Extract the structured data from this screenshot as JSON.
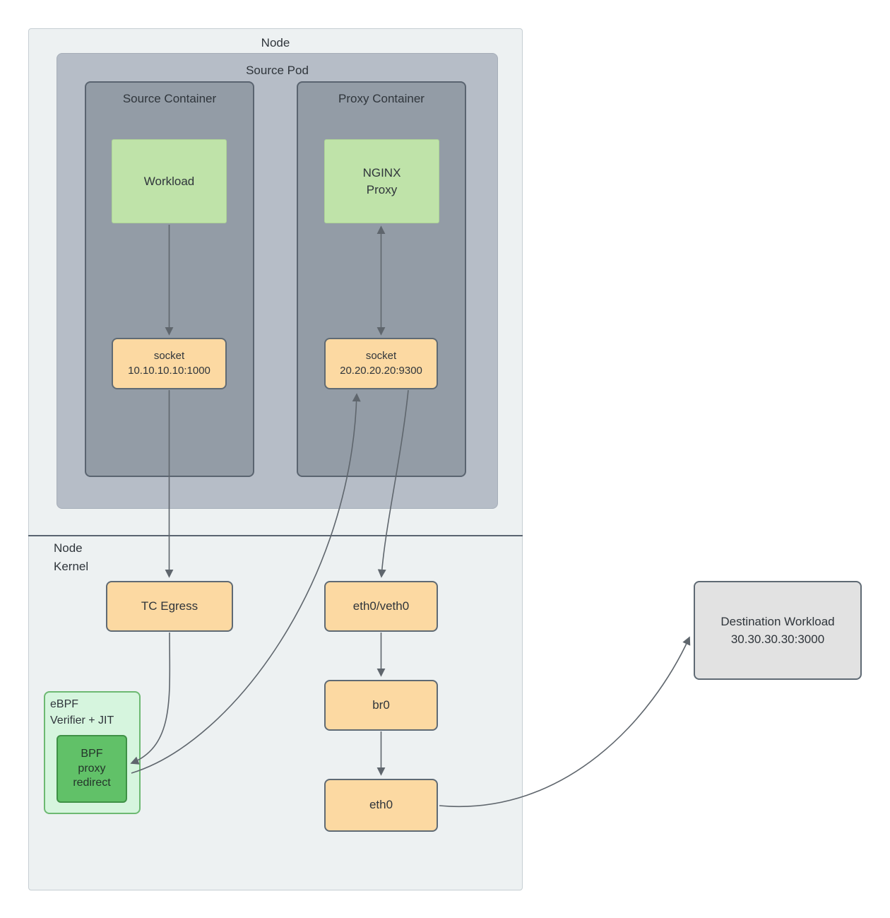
{
  "labels": {
    "node": "Node",
    "source_pod": "Source Pod",
    "source_container": "Source Container",
    "proxy_container": "Proxy Container",
    "workload": "Workload",
    "nginx_proxy": "NGINX\nProxy",
    "socket_source": "socket\n10.10.10.10:1000",
    "socket_proxy": "socket\n20.20.20.20:9300",
    "node_kernel": "Node\nKernel",
    "tc_egress": "TC Egress",
    "eth0_veth0": "eth0/veth0",
    "br0": "br0",
    "eth0": "eth0",
    "ebpf_verifier": "eBPF\nVerifier + JIT",
    "bpf_proxy_redirect": "BPF\nproxy\nredirect",
    "destination_workload": "Destination Workload\n30.30.30.30:3000"
  },
  "colors": {
    "node_fill": "#edf1f2",
    "pod_fill": "#b6bdc7",
    "container_fill": "#939ca6",
    "container_border": "#5a6470",
    "green_fill": "#bfe3a9",
    "orange_fill": "#fcd9a2",
    "orange_border": "#5f6a74",
    "ebpf_fill": "#d6f5de",
    "ebpf_border": "#6db972",
    "bpf_redirect_fill": "#61c168",
    "bpf_redirect_border": "#3f9146",
    "destination_fill": "#e2e2e2",
    "arrow": "#5f666d"
  }
}
